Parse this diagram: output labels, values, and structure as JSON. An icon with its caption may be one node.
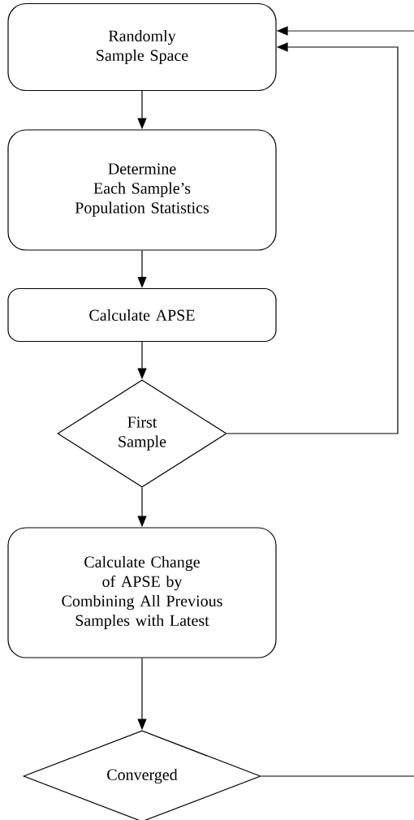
{
  "diagram": {
    "nodes": [
      {
        "text": [
          "Randomly Sample Space"
        ]
      },
      {
        "text": [
          "Determine Each Sample’s Population Statistics"
        ]
      },
      {
        "text": [
          "Calculate APSE"
        ]
      },
      {
        "text": [
          "First Sample"
        ]
      },
      {
        "text": [
          "Calculate Change of APSE by Combining All Previous Samples with Latest"
        ]
      },
      {
        "text": [
          "Converged"
        ]
      }
    ],
    "edges": [
      {
        "from": 0,
        "to": 1,
        "arrow": "to"
      },
      {
        "from": 1,
        "to": 2,
        "arrow": "to"
      },
      {
        "from": 2,
        "to": 3,
        "arrow": "to"
      },
      {
        "from": 3,
        "to": 4,
        "arrow": "to"
      },
      {
        "from": 4,
        "to": 5,
        "arrow": "to"
      },
      {
        "from": 3,
        "to": 0,
        "arrow": "to"
      },
      {
        "from": null,
        "to": 0,
        "arrow": "to"
      },
      {
        "from": 5,
        "to": null,
        "arrow": "none"
      }
    ]
  }
}
